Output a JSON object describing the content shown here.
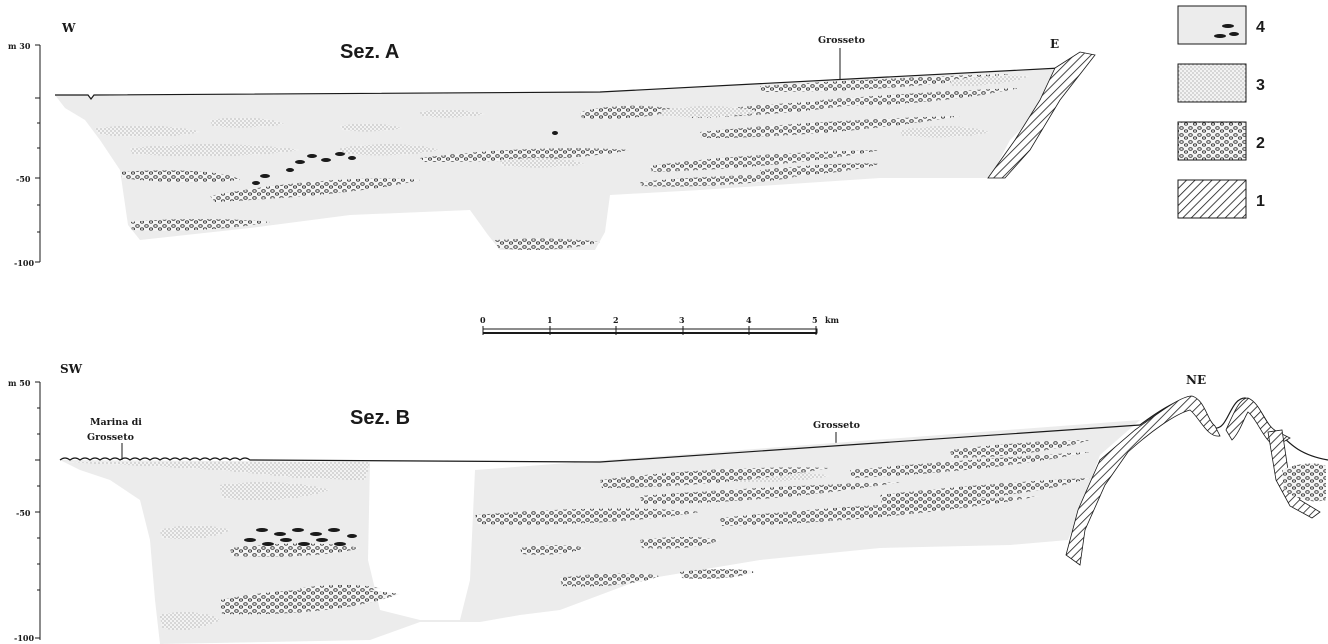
{
  "section_a": {
    "title": "Sez. A",
    "west_label": "W",
    "east_label": "E",
    "town_label": "Grosseto",
    "depth_axis": {
      "top_label": "m 30",
      "mid_label": "-50",
      "bottom_label": "-100"
    }
  },
  "section_b": {
    "title": "Sez. B",
    "west_label": "SW",
    "east_label": "NE",
    "coast_label_line1": "Marina di",
    "coast_label_line2": "Grosseto",
    "town_label": "Grosseto",
    "depth_axis": {
      "top_label": "m 50",
      "mid_label": "-50",
      "bottom_label": "-100"
    }
  },
  "scale_bar": {
    "ticks": [
      "0",
      "1",
      "2",
      "3",
      "4",
      "5"
    ],
    "unit": "km"
  },
  "legend": {
    "items": [
      {
        "number": "4",
        "pattern": "dense-clay-with-lenses"
      },
      {
        "number": "3",
        "pattern": "fine-dotted-sand"
      },
      {
        "number": "2",
        "pattern": "gravel-circles"
      },
      {
        "number": "1",
        "pattern": "diagonal-hatch-bedrock"
      }
    ]
  },
  "colors": {
    "fill": "#ececec",
    "ink": "#1a1a1a"
  }
}
